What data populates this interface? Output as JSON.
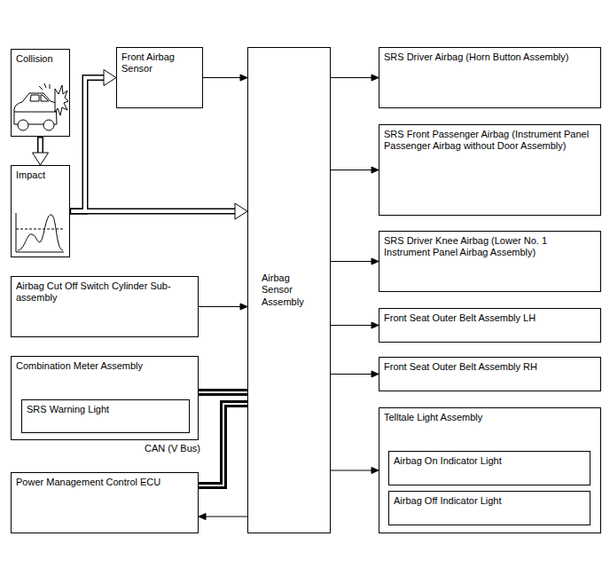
{
  "diagram": {
    "nodes": [
      {
        "text": [
          "Collision"
        ]
      },
      {
        "text": [
          "Impact"
        ]
      },
      {
        "text": [
          "Front Airbag Sensor"
        ]
      },
      {
        "text": [
          "Airbag Cut Off Switch Cylinder Sub-assembly"
        ]
      },
      {
        "text": [
          "Combination Meter Assembly"
        ]
      },
      {
        "text": [
          "SRS Warning Light"
        ],
        "in": 4
      },
      {
        "text": [
          "Power Management Control ECU"
        ]
      },
      {
        "text": [
          "Airbag Sensor Assembly"
        ]
      },
      {
        "text": [
          "SRS Driver Airbag (Horn Button Assembly)"
        ]
      },
      {
        "text": [
          "SRS Front Passenger Airbag (Instrument Panel Passenger Airbag without Door Assembly)"
        ]
      },
      {
        "text": [
          "SRS Driver Knee Airbag (Lower No. 1 Instrument Panel Airbag Assembly)"
        ]
      },
      {
        "text": [
          "Front Seat Outer Belt Assembly LH"
        ]
      },
      {
        "text": [
          "Front Seat Outer Belt Assembly RH"
        ]
      },
      {
        "text": [
          "Telltale Light Assembly"
        ]
      },
      {
        "text": [
          "Airbag On Indicator Light"
        ],
        "in": 13
      },
      {
        "text": [
          "Airbag Off Indicator Light"
        ],
        "in": 13
      }
    ],
    "edges": [
      {
        "from": 0,
        "to": 1,
        "arrow": "to"
      },
      {
        "from": 1,
        "to": 2,
        "arrow": "to"
      },
      {
        "from": 1,
        "to": 7,
        "arrow": "to"
      },
      {
        "from": 2,
        "to": 7,
        "arrow": "to"
      },
      {
        "from": 3,
        "to": 7,
        "arrow": "to"
      },
      {
        "from": 4,
        "to": 7,
        "arrow": "none"
      },
      {
        "from": 6,
        "to": 7,
        "arrow": "none"
      },
      {
        "from": 7,
        "to": 6,
        "arrow": "to"
      },
      {
        "from": 7,
        "to": 8,
        "arrow": "to"
      },
      {
        "from": 7,
        "to": 9,
        "arrow": "to"
      },
      {
        "from": 7,
        "to": 10,
        "arrow": "to"
      },
      {
        "from": 7,
        "to": 11,
        "arrow": "to"
      },
      {
        "from": 7,
        "to": 12,
        "arrow": "to"
      },
      {
        "from": 7,
        "to": 13,
        "arrow": "to"
      }
    ],
    "labels": [
      "CAN (V Bus)"
    ]
  }
}
